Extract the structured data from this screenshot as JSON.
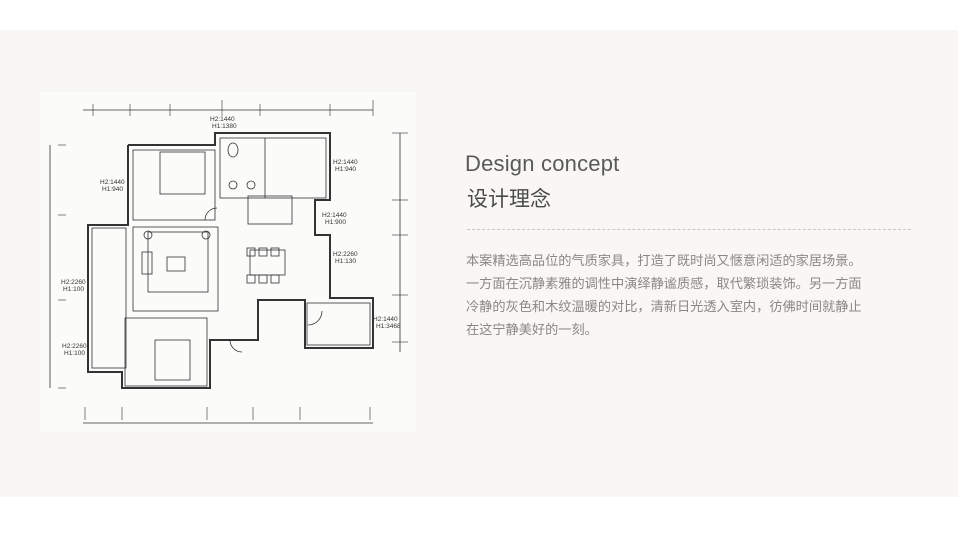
{
  "heading": {
    "english": "Design concept",
    "chinese": "设计理念"
  },
  "description": [
    "本案精选高品位的气质家具，打造了既时尚又惬意闲适的家居场景。",
    "一方面在沉静素雅的调性中演绎静谧质感，取代繁琐装饰。另一方面",
    "冷静的灰色和木纹温暖的对比，清新日光透入室内，彷佛时间就静止",
    "在这宁静美好的一刻。"
  ],
  "floor_plan": {
    "height_labels": [
      {
        "h2": "H2:1440",
        "h1": "H1:1380"
      },
      {
        "h2": "H2:1440",
        "h1": "H1:940"
      },
      {
        "h2": "H2:1440",
        "h1": "H1:940"
      },
      {
        "h2": "H2:1440",
        "h1": "H1:900"
      },
      {
        "h2": "H2:2260",
        "h1": "H1:130"
      },
      {
        "h2": "H2:2260",
        "h1": "H1:100"
      },
      {
        "h2": "H2:2260",
        "h1": "H1:100"
      },
      {
        "h2": "H2:1440",
        "h1": "H1:3468"
      }
    ]
  },
  "colors": {
    "band": "#f8f7f3",
    "heading": "#5a5a5a",
    "body": "#8a8884"
  }
}
